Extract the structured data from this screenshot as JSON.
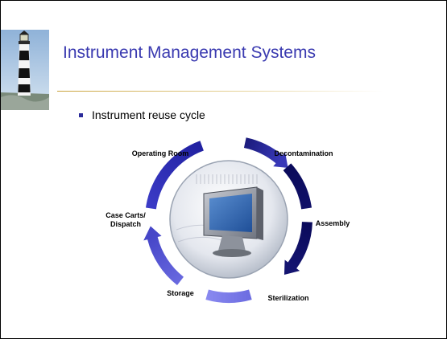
{
  "slide": {
    "title": "Instrument Management Systems",
    "bullets": [
      "Instrument reuse cycle"
    ]
  },
  "cycle": {
    "center_image": "computer-monitor",
    "stages": [
      {
        "label": "Operating Room"
      },
      {
        "label": "Decontamination"
      },
      {
        "label": "Assembly"
      },
      {
        "label": "Sterilization"
      },
      {
        "label": "Storage"
      },
      {
        "label": "Case Carts/\nDispatch"
      }
    ],
    "direction": "clockwise"
  },
  "colors": {
    "title": "#3a3ab0",
    "bullet": "#2b2b9a",
    "arc_dark": "#0a0a5a",
    "arc_light": "#7f7fe6",
    "divider": "#c9a23a"
  }
}
